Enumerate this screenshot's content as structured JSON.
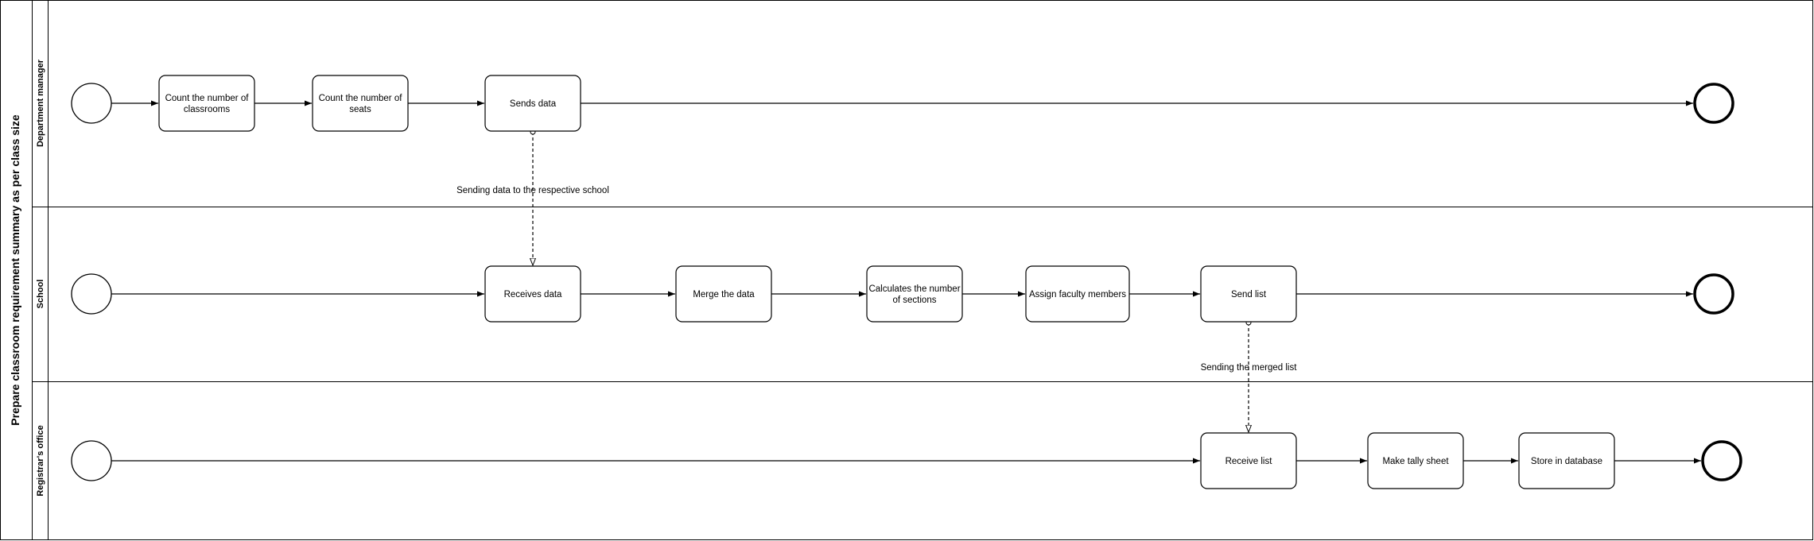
{
  "pool": {
    "title": "Prepare classroom requirement summary as per class size"
  },
  "lanes": {
    "dept": {
      "title": "Department manager"
    },
    "school": {
      "title": "School"
    },
    "registrar": {
      "title": "Registrar's office"
    }
  },
  "tasks": {
    "count_classrooms": [
      "Count the number of",
      "classrooms"
    ],
    "count_seats": [
      "Count the number of",
      "seats"
    ],
    "sends_data": [
      "Sends data"
    ],
    "receives_data": [
      "Receives data"
    ],
    "merge_data": [
      "Merge the data"
    ],
    "calc_sections": [
      "Calculates the number",
      "of sections"
    ],
    "assign_faculty": [
      "Assign faculty members"
    ],
    "send_list": [
      "Send list"
    ],
    "receive_list": [
      "Receive list"
    ],
    "tally_sheet": [
      "Make tally sheet"
    ],
    "store_db": [
      "Store in database"
    ]
  },
  "messages": {
    "to_school": "Sending data to the respective school",
    "merged_list": "Sending the merged list"
  }
}
